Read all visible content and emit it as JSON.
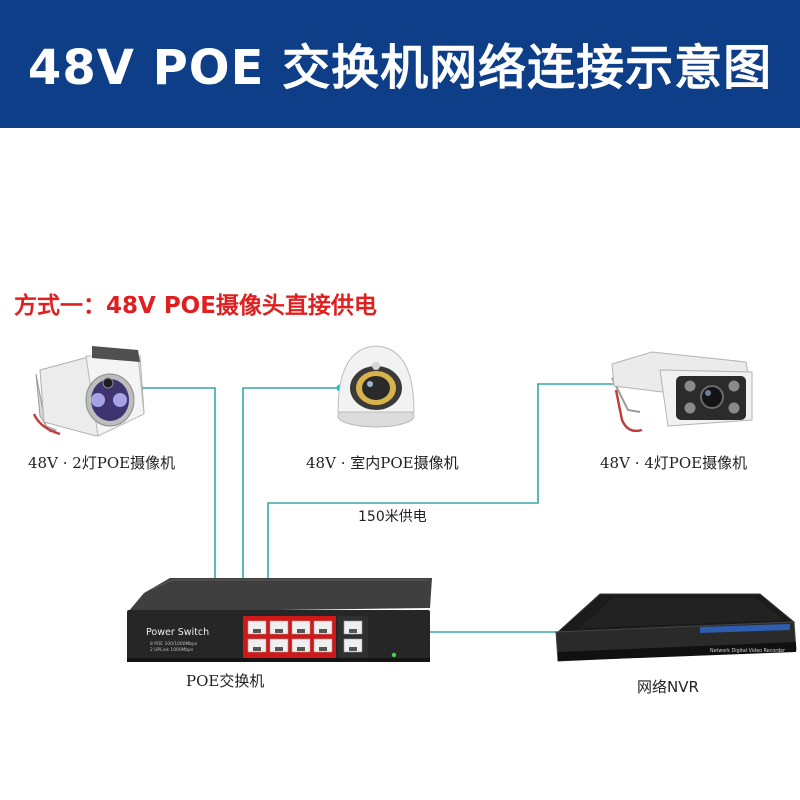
{
  "header": {
    "title": "48V POE 交换机网络连接示意图",
    "background_color": "#0d3e87"
  },
  "method": {
    "title": "方式一：48V POE摄像头直接供电",
    "color": "#e02020"
  },
  "cameras": [
    {
      "label": "48V · 2灯POE摄像机",
      "icon": "bullet-camera-2-led-icon"
    },
    {
      "label": "48V · 室内POE摄像机",
      "icon": "dome-camera-icon"
    },
    {
      "label": "48V · 4灯POE摄像机",
      "icon": "bullet-camera-4-led-icon"
    }
  ],
  "connection": {
    "distance_label": "150米供电",
    "line_color": "#3aa6a6"
  },
  "switch": {
    "label": "POE交换机",
    "face_title": "Power Switch",
    "face_spec_1": "8 POE 100/1000Mbps",
    "face_spec_2": "2 UPLink 1000Mbps",
    "poe_ports": 8,
    "uplink_ports": 2
  },
  "nvr": {
    "label": "网络NVR",
    "face_text": "Network Digital Video Recorder"
  }
}
